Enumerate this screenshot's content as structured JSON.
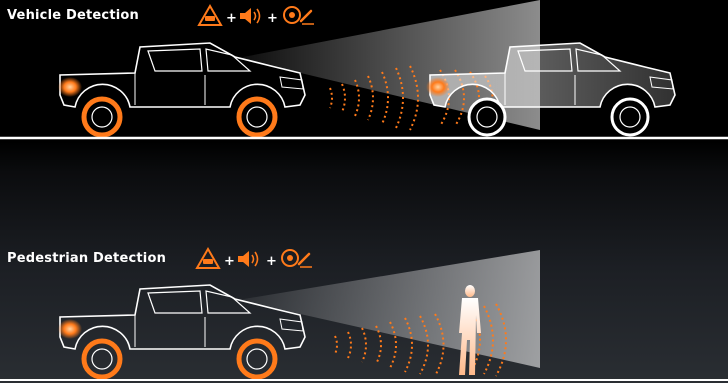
{
  "sections": [
    {
      "title": "Vehicle Detection",
      "alerts": [
        {
          "icon": "collision-warning-icon"
        },
        {
          "icon": "sound-alert-icon"
        },
        {
          "icon": "brake-assist-icon"
        }
      ],
      "target": "vehicle"
    },
    {
      "title": "Pedestrian Detection",
      "alerts": [
        {
          "icon": "collision-warning-icon"
        },
        {
          "icon": "sound-alert-icon"
        },
        {
          "icon": "brake-assist-icon"
        }
      ],
      "target": "pedestrian"
    }
  ],
  "separator": "+",
  "colors": {
    "accent": "#ff7a1a",
    "line": "#ffffff",
    "background_top": "#000000",
    "background_bottom": "#2a2e33"
  }
}
